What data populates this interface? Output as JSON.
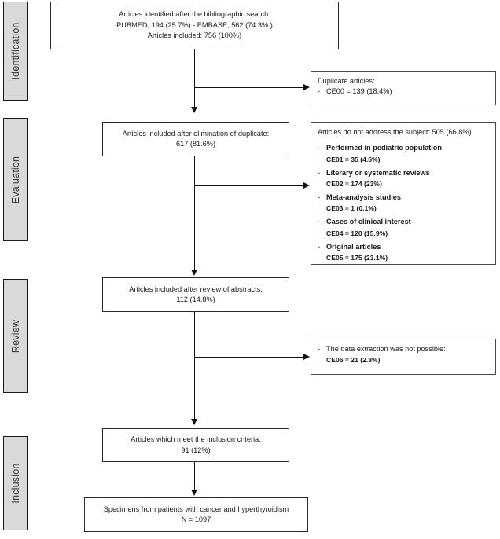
{
  "stages": [
    {
      "label": "Identification"
    },
    {
      "label": "Evaluation"
    },
    {
      "label": "Review"
    },
    {
      "label": "Inclusion"
    }
  ],
  "boxes": {
    "identified": {
      "line1": "Articles identified after the bibliographic search:",
      "line2": "PUBMED, 194 (25.7%) - EMBASE, 562 (74.3% )",
      "line3": "Articles included: 756 (100%)"
    },
    "duplicates": {
      "heading": "Duplicate articles:",
      "dash": "-",
      "item": "CE00 = 139 (18.4%)"
    },
    "after_duplicates": {
      "line1": "Articles included after elimination of duplicate:",
      "line2": "617 (81.6%)"
    },
    "not_address_subject": {
      "heading": "Articles do not address the subject: 505 (66.8%)",
      "items": [
        {
          "dash": "-",
          "reason": "Performed in pediatric population",
          "code": "CE01 = 35 (4.6%)"
        },
        {
          "dash": "-",
          "reason": "Literary or systematic reviews",
          "code": "CE02 = 174 (23%)"
        },
        {
          "dash": "-",
          "reason": "Meta-analysis studies",
          "code": "CE03 = 1 (0.1%)"
        },
        {
          "dash": "-",
          "reason": "Cases of clinical interest",
          "code": "CE04 = 120 (15.9%)"
        },
        {
          "dash": "-",
          "reason": "Original articles",
          "code": "CE05 = 175 (23.1%)"
        }
      ]
    },
    "after_abstracts": {
      "line1": "Articles included after review of abstracts:",
      "line2": "112 (14.8%)"
    },
    "no_extraction": {
      "dash": "-",
      "reason": "The data extraction was not possible:",
      "code": "CE06 = 21 (2.8%)"
    },
    "inclusion_criteria": {
      "line1": "Articles which meet the inclusion criteria:",
      "line2": "91 (12%)"
    },
    "specimens": {
      "line1": "Specimens from patients with cancer and hyperthyroidism",
      "line2": "N = 1097"
    }
  },
  "colors": {
    "stage_fill": "#d9d9d9",
    "box_border": "#4a4a4a",
    "connector": "#111111",
    "text": "#1a1a1a"
  }
}
